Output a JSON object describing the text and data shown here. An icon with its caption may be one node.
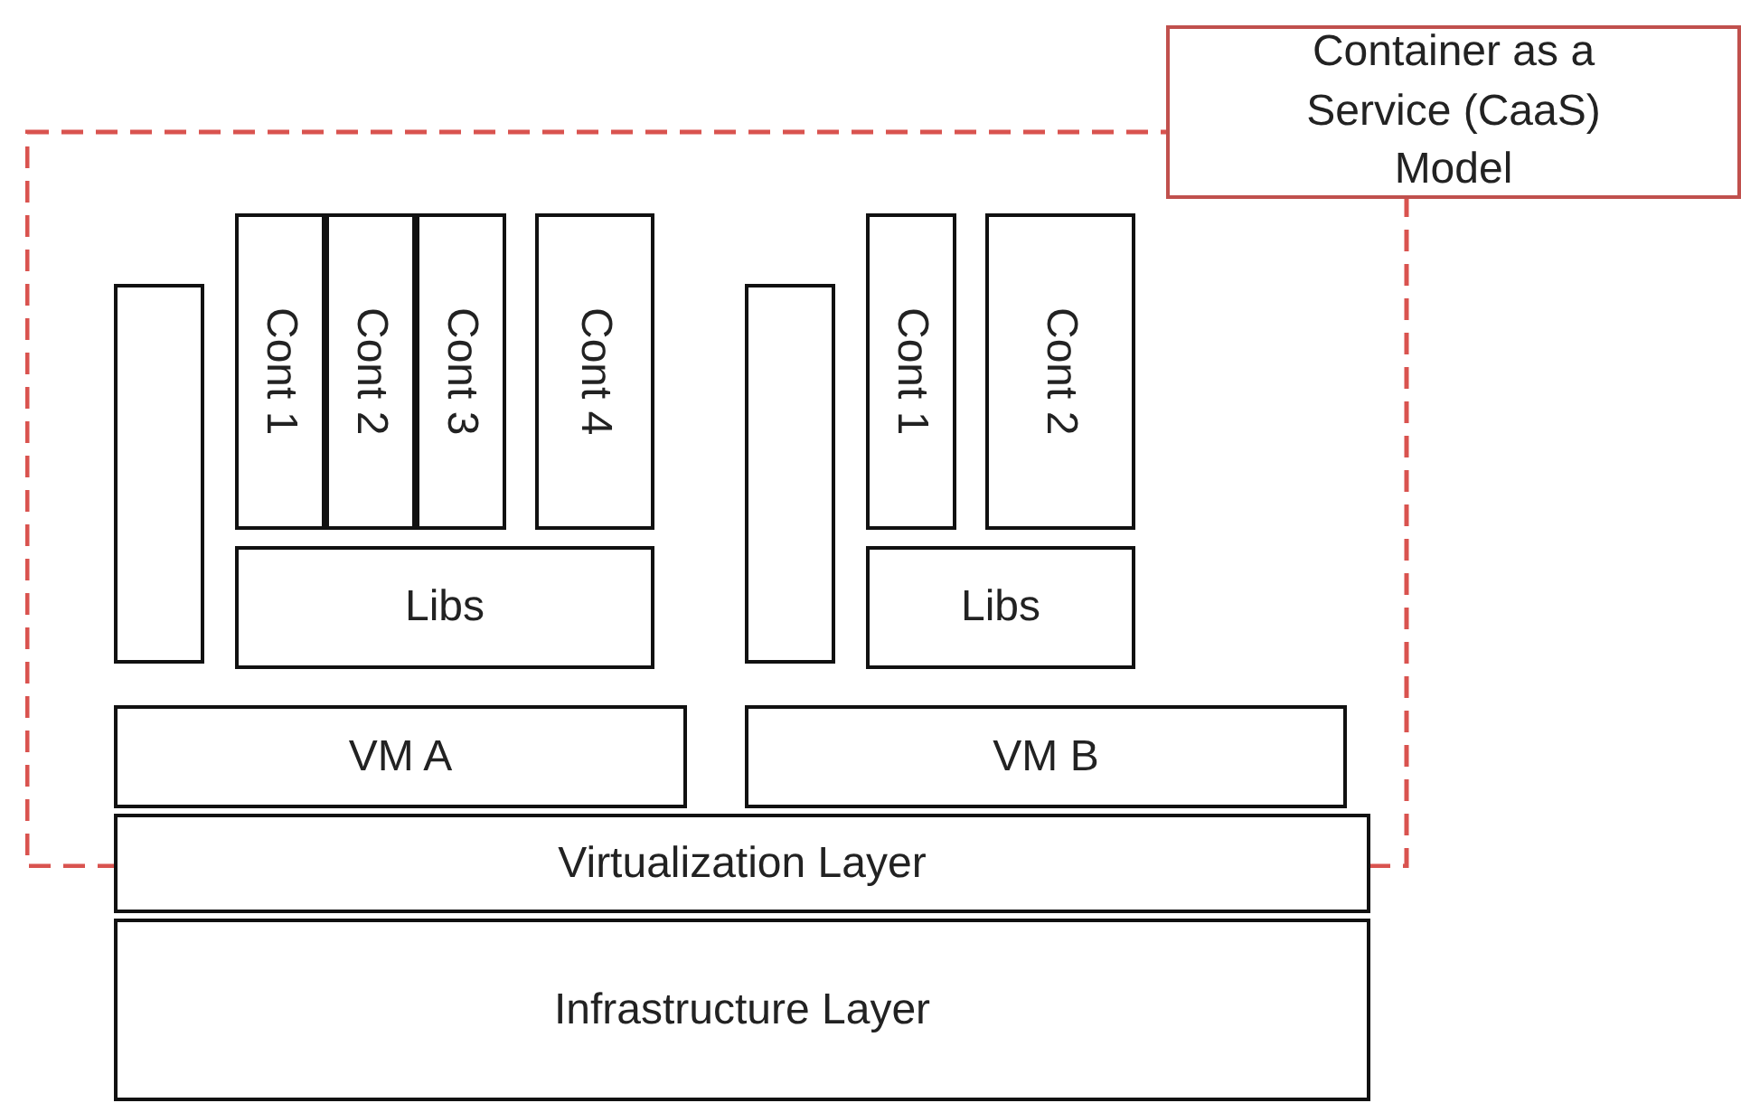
{
  "diagram": {
    "nodes": [
      {
        "text": [
          "Container as a Service (CaaS) Model"
        ]
      },
      {
        "text": [],
        "shape": "box",
        "in": 0
      },
      {
        "text": [
          "Cont 1"
        ],
        "in": 0
      },
      {
        "text": [
          "Cont 2"
        ],
        "in": 0
      },
      {
        "text": [
          "Cont 3"
        ],
        "in": 0
      },
      {
        "text": [
          "Cont 4"
        ],
        "in": 0
      },
      {
        "text": [
          "Libs"
        ],
        "in": 0
      },
      {
        "text": [],
        "shape": "box",
        "in": 0
      },
      {
        "text": [
          "Cont 1"
        ],
        "in": 0
      },
      {
        "text": [
          "Cont 2"
        ],
        "in": 0
      },
      {
        "text": [
          "Libs"
        ],
        "in": 0
      },
      {
        "text": [
          "VM A"
        ],
        "in": 0
      },
      {
        "text": [
          "VM B"
        ],
        "in": 0
      },
      {
        "text": [
          "Virtualization Layer"
        ]
      },
      {
        "text": [
          "Infrastructure Layer"
        ]
      }
    ],
    "edges": []
  }
}
